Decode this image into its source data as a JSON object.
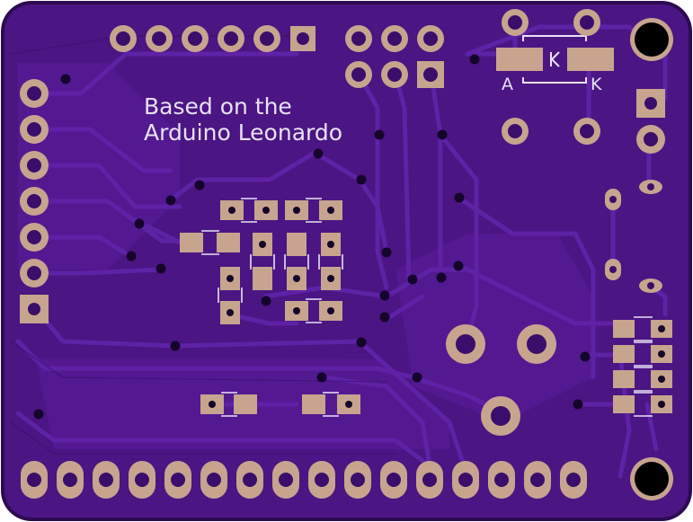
{
  "board": {
    "label_line1": "Based on the",
    "label_line2": "Arduino Leonardo",
    "diode_anode": "A",
    "diode_cathode": "K",
    "colors": {
      "substrate": "#4b1583",
      "copper": "#5e1ea2",
      "trace": "#57199a",
      "edge": "#2d0b52",
      "pad": "#c7a48e",
      "pad_hole": "#3b0e6b",
      "via": "#14052a",
      "silk": "#e8e2f4"
    }
  }
}
